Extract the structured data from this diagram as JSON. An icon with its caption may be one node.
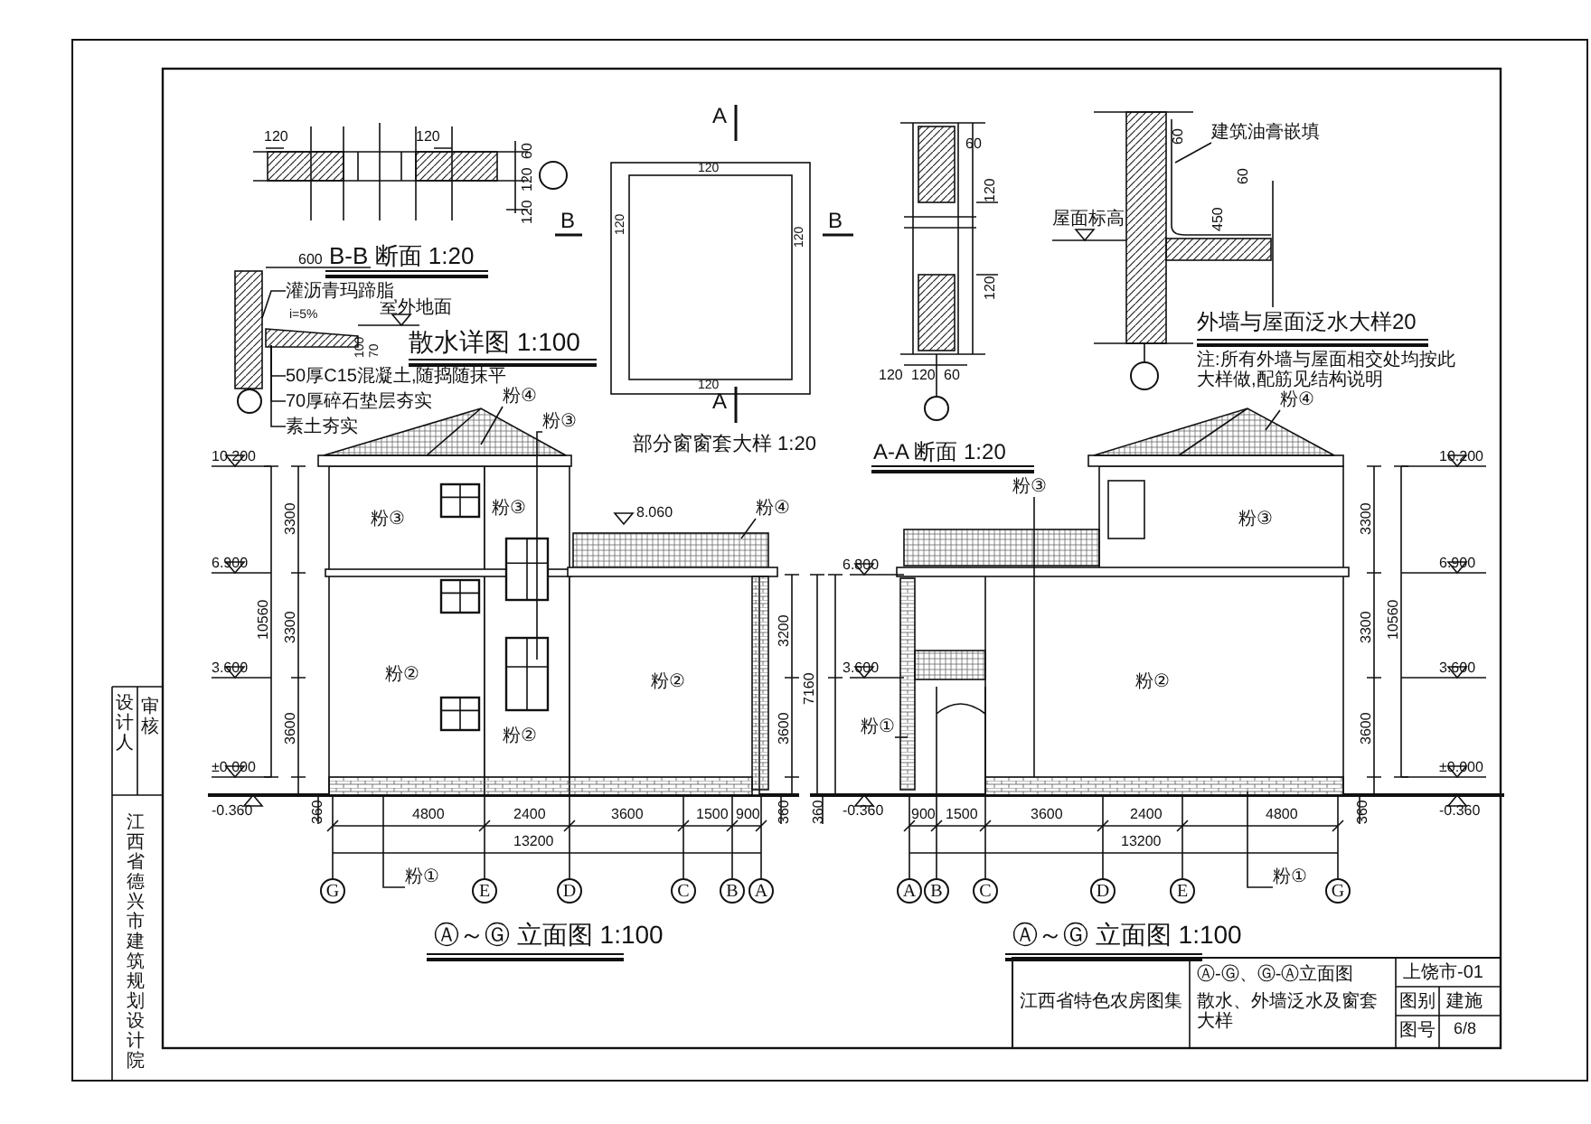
{
  "diagram": {
    "nodes": [
      {
        "text": [
          "G"
        ]
      },
      {
        "text": [
          "E"
        ]
      },
      {
        "text": [
          "D"
        ]
      },
      {
        "text": [
          "C"
        ]
      },
      {
        "text": [
          "B"
        ]
      },
      {
        "text": [
          "A"
        ]
      },
      {
        "text": [
          "A"
        ]
      },
      {
        "text": [
          "B"
        ]
      },
      {
        "text": [
          "C"
        ]
      },
      {
        "text": [
          "D"
        ]
      },
      {
        "text": [
          "E"
        ]
      },
      {
        "text": [
          "G"
        ]
      },
      {
        "text": [],
        "shape": "circle"
      },
      {
        "text": [],
        "shape": "circle"
      },
      {
        "text": [],
        "shape": "circle"
      },
      {
        "text": [],
        "shape": "circle"
      },
      {
        "text": [
          "灌沥青玛蹄脂"
        ]
      },
      {
        "text": [
          "50厚C15混凝土,随捣随抹平"
        ]
      },
      {
        "text": [
          "70厚碎石垫层夯实"
        ]
      },
      {
        "text": [
          "素土夯实"
        ]
      },
      {
        "text": [
          "建筑油膏嵌填"
        ]
      },
      {
        "text": [
          "粉④"
        ]
      },
      {
        "text": [
          "粉③"
        ]
      },
      {
        "text": [
          "粉④"
        ]
      },
      {
        "text": [
          "粉①"
        ]
      },
      {
        "text": [
          "粉④"
        ]
      },
      {
        "text": [
          "粉③"
        ]
      },
      {
        "text": [
          "粉①"
        ]
      },
      {
        "text": [
          "粉①"
        ]
      }
    ],
    "edges": [
      {
        "from": 16,
        "to": null,
        "arrow": "none"
      },
      {
        "from": 17,
        "to": null,
        "arrow": "none"
      },
      {
        "from": 18,
        "to": null,
        "arrow": "none"
      },
      {
        "from": 19,
        "to": null,
        "arrow": "none"
      },
      {
        "from": 20,
        "to": null,
        "arrow": "none"
      },
      {
        "from": 21,
        "to": null,
        "arrow": "none"
      },
      {
        "from": 22,
        "to": null,
        "arrow": "none"
      },
      {
        "from": 23,
        "to": null,
        "arrow": "none"
      },
      {
        "from": 24,
        "to": null,
        "arrow": "none"
      },
      {
        "from": 25,
        "to": null,
        "arrow": "none"
      },
      {
        "from": 26,
        "to": null,
        "arrow": "none"
      },
      {
        "from": 27,
        "to": null,
        "arrow": "none"
      },
      {
        "from": 28,
        "to": null,
        "arrow": "none"
      }
    ],
    "labels": [
      "120",
      "120",
      "60",
      "120",
      "120",
      "B-B 断面 1:20",
      "B",
      "120",
      "120",
      "120",
      "120",
      "A",
      "A",
      "B",
      "部分窗窗套大样 1:20",
      "60",
      "120",
      "120",
      "120",
      "120",
      "60",
      "A-A 断面 1:20",
      "60",
      "60",
      "屋面标高",
      "450",
      "外墙与屋面泛水大样20",
      "注:所有外墙与屋面相交处均按此大样做,配筋见结构说明",
      "600",
      "i=5%",
      "100",
      "70",
      "散水详图 1:100",
      "室外地面",
      "10.200",
      "6.900",
      "3.600",
      "±0.000",
      "-0.360",
      "3300",
      "3300",
      "3600",
      "10560",
      "360",
      "粉③",
      "粉③",
      "粉②",
      "粉②",
      "粉②",
      "8.060",
      "3200",
      "3600",
      "7160",
      "360",
      "4800",
      "2400",
      "3600",
      "1500",
      "900",
      "13200",
      "Ⓐ～Ⓖ 立面图 1:100",
      "6.800",
      "3.600",
      "-0.360",
      "360",
      "粉③",
      "粉②",
      "900",
      "1500",
      "3600",
      "2400",
      "4800",
      "360",
      "13200",
      "3300",
      "3300",
      "3600",
      "10560",
      "10.200",
      "6.900",
      "3.600",
      "±0.000",
      "-0.360",
      "Ⓐ～Ⓖ 立面图 1:100",
      "江西省特色农房图集",
      "Ⓐ-Ⓖ、Ⓖ-Ⓐ立面图",
      "散水、外墙泛水及窗套大样",
      "上饶市-01",
      "图别",
      "建施",
      "图号",
      "6/8",
      "江西省德兴市建筑规划设计院",
      "设计人",
      "审核"
    ]
  }
}
